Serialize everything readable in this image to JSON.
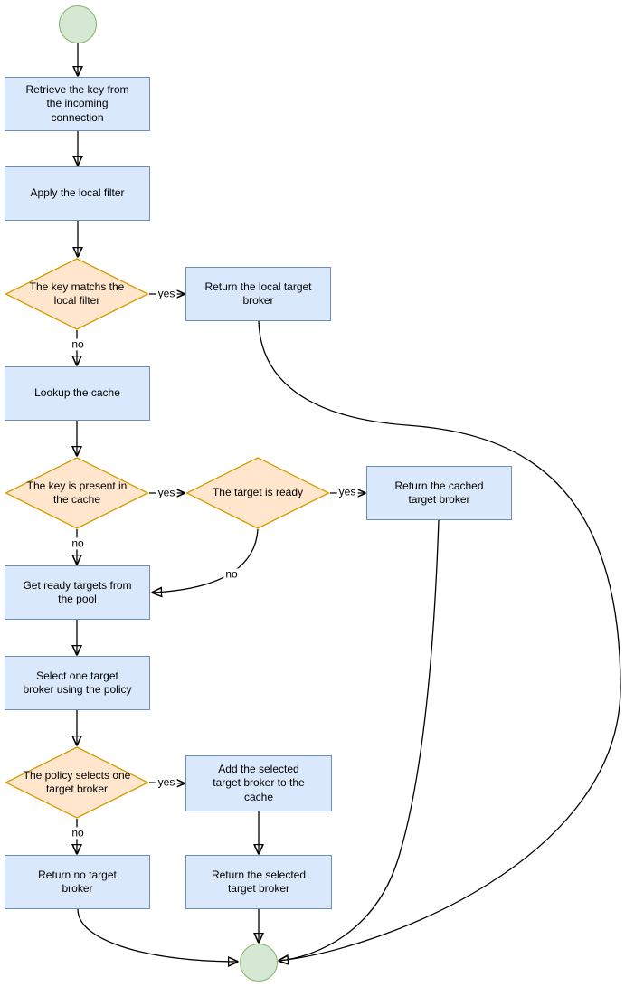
{
  "flowchart": {
    "nodes": {
      "start": {
        "type": "start-terminal"
      },
      "retrieve": {
        "label": "Retrieve the key from\nthe incoming\nconnection"
      },
      "apply_filter": {
        "label": "Apply the local filter"
      },
      "key_matches": {
        "label": "The key matchs the\nlocal filter"
      },
      "return_local": {
        "label": "Return the local target\nbroker"
      },
      "lookup_cache": {
        "label": "Lookup the cache"
      },
      "key_present": {
        "label": "The key is present in\nthe cache"
      },
      "target_ready": {
        "label": "The target is ready"
      },
      "return_cached": {
        "label": "Return the cached\ntarget broker"
      },
      "get_ready": {
        "label": "Get ready targets from\nthe pool"
      },
      "select_one": {
        "label": "Select one target\nbroker using the policy"
      },
      "policy_selects": {
        "label": "The policy selects one\ntarget broker"
      },
      "add_selected": {
        "label": "Add the selected\ntarget broker to the\ncache"
      },
      "return_no": {
        "label": "Return no target\nbroker"
      },
      "return_selected": {
        "label": "Return the selected\ntarget broker"
      },
      "end": {
        "type": "end-terminal"
      }
    },
    "edge_labels": {
      "key_matches_yes": "yes",
      "key_matches_no": "no",
      "key_present_yes": "yes",
      "key_present_no": "no",
      "target_ready_yes": "yes",
      "target_ready_no": "no",
      "policy_selects_yes": "yes",
      "policy_selects_no": "no"
    },
    "colors": {
      "process_fill": "#dae8fc",
      "process_stroke": "#6c8ebf",
      "decision_fill": "#ffe6cc",
      "decision_stroke": "#d79b00",
      "terminal_fill": "#d5e8d4",
      "terminal_stroke": "#82b366",
      "edge_stroke": "#000000",
      "text": "#000000",
      "background": "#ffffff"
    }
  }
}
